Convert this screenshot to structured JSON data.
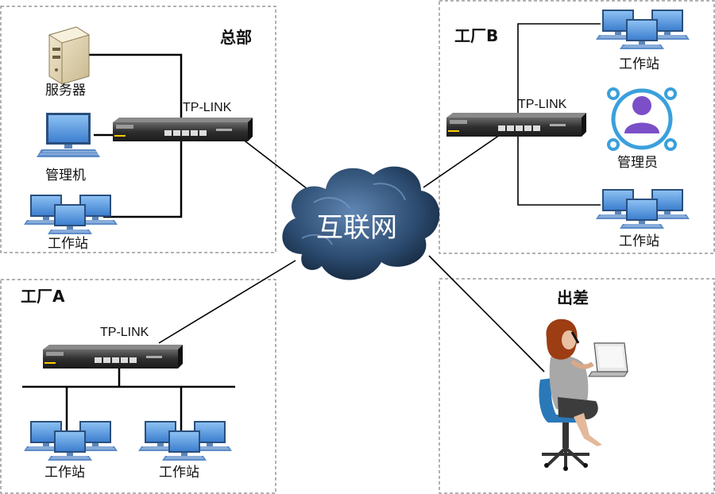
{
  "zones": {
    "hq": "总部",
    "factory_a": "工厂A",
    "factory_b": "工厂B",
    "travel": "出差"
  },
  "cloud_label": "互联网",
  "router_brand": "TP-LINK",
  "device_labels": {
    "server": "服务器",
    "admin_pc": "管理机",
    "workstation": "工作站",
    "admin_user": "管理员"
  },
  "colors": {
    "cloud": "#2b4a6e",
    "monitor": "#4f8fd8",
    "admin_ring": "#3aa0dc",
    "admin_user": "#7a4fc8"
  }
}
